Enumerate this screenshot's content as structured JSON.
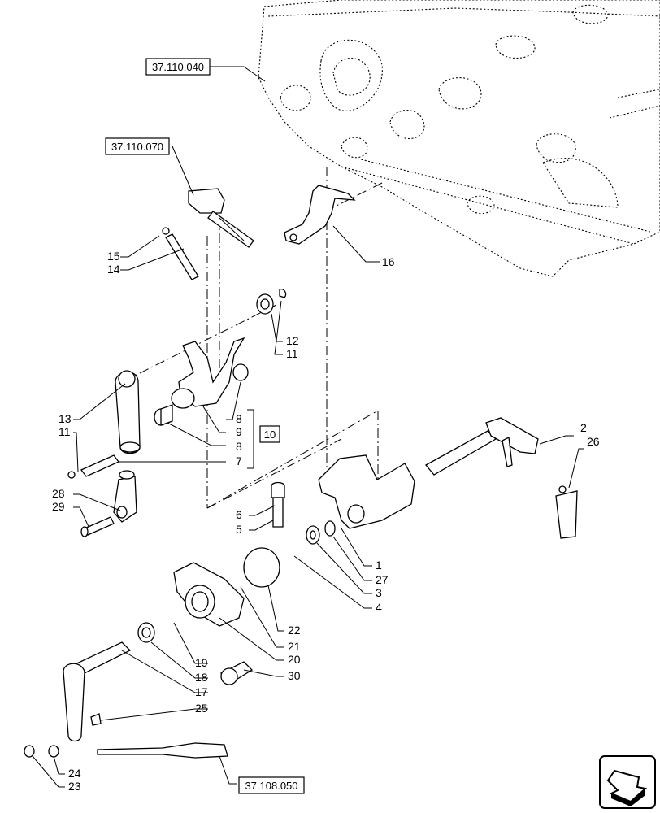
{
  "references": {
    "ref_top": "37.110.040",
    "ref_left": "37.110.070",
    "ref_group": "10",
    "ref_bottom": "37.108.050"
  },
  "callouts": {
    "c1": "1",
    "c2": "2",
    "c3": "3",
    "c4": "4",
    "c5": "5",
    "c6": "6",
    "c7": "7",
    "c8a": "8",
    "c8b": "8",
    "c9": "9",
    "c11a": "11",
    "c11b": "11",
    "c12": "12",
    "c13": "13",
    "c14": "14",
    "c15": "15",
    "c16": "16",
    "c17": "17",
    "c18": "18",
    "c19": "19",
    "c20": "20",
    "c21": "21",
    "c22": "22",
    "c23": "23",
    "c24": "24",
    "c25": "25",
    "c26": "26",
    "c27": "27",
    "c28": "28",
    "c29": "29",
    "c30": "30"
  },
  "icons": {
    "nav_icon": "arrow-navigation-icon"
  }
}
